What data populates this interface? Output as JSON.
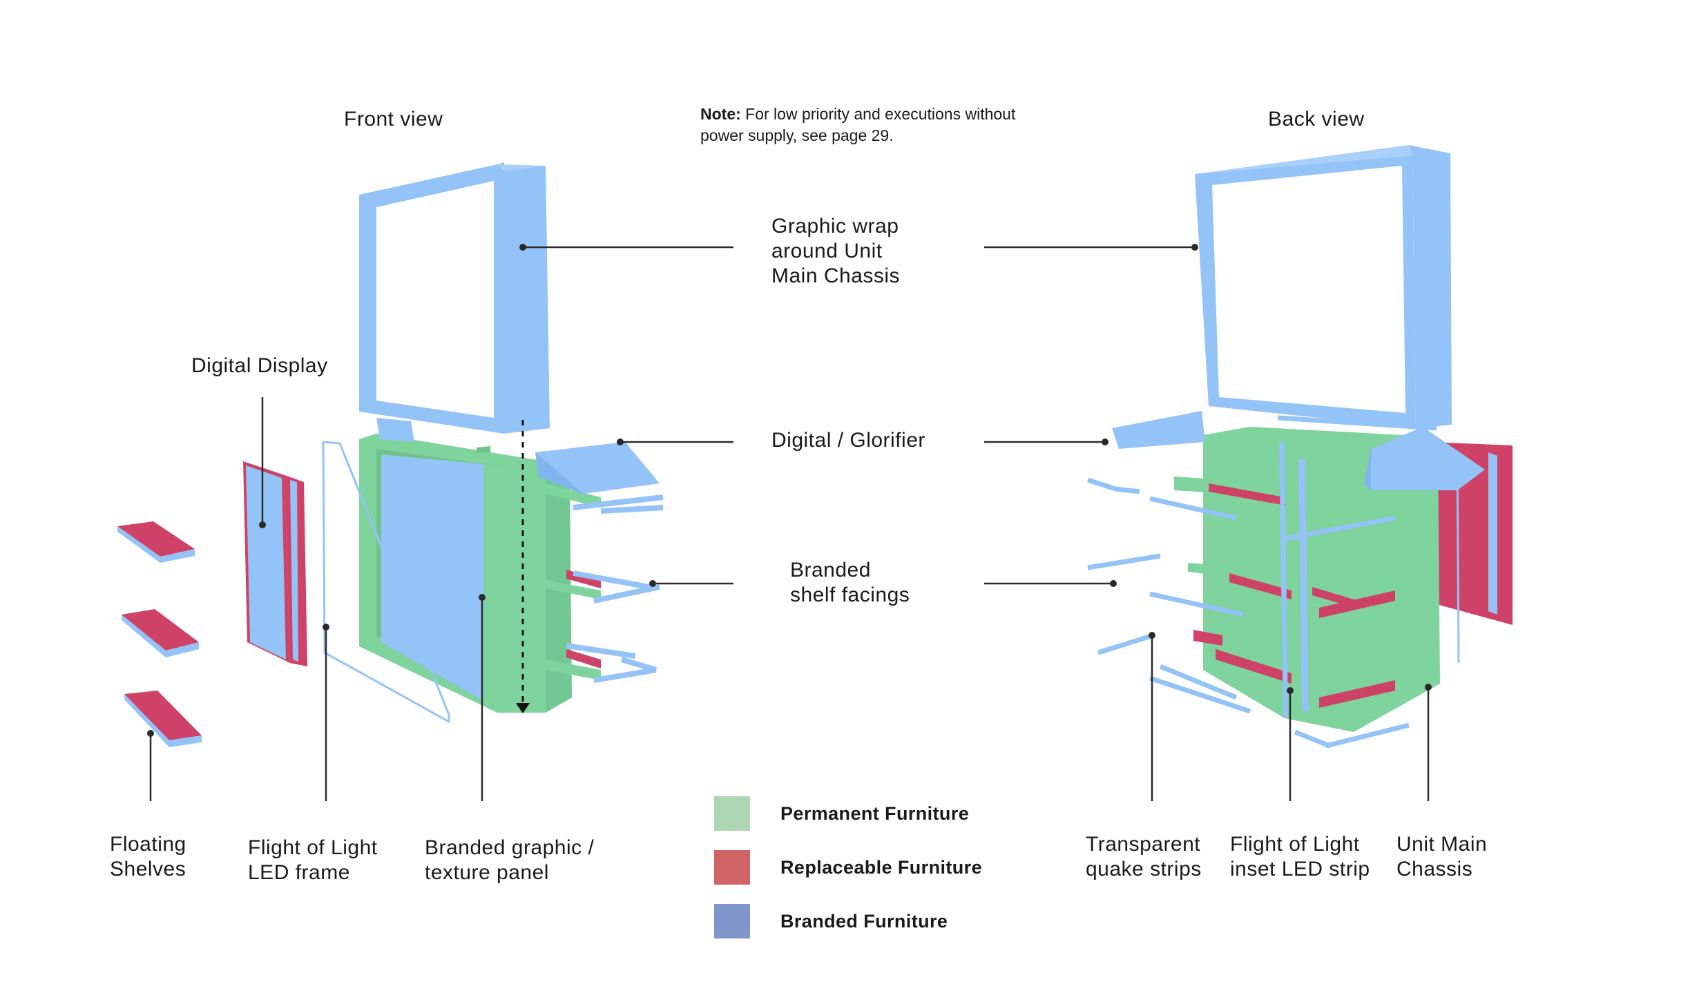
{
  "views": {
    "front": "Front view",
    "back": "Back view"
  },
  "note": {
    "bold": "Note:",
    "text": " For low priority and executions without power supply, see page 29."
  },
  "callouts": {
    "graphic_wrap": "Graphic wrap\naround Unit\nMain Chassis",
    "digital_glorifier": "Digital / Glorifier",
    "branded_shelf": "Branded\nshelf facings",
    "digital_display": "Digital Display",
    "floating_shelves": "Floating\nShelves",
    "flight_led_frame": "Flight of Light\nLED frame",
    "branded_graphic": "Branded graphic /\ntexture panel",
    "quake_strips": "Transparent\nquake strips",
    "inset_led": "Flight of Light\ninset LED strip",
    "main_chassis": "Unit Main\nChassis"
  },
  "legend": [
    {
      "label": "Permanent Furniture",
      "color": "#acd7b2"
    },
    {
      "label": "Replaceable Furniture",
      "color": "#d06363"
    },
    {
      "label": "Branded Furniture",
      "color": "#7f95cc"
    }
  ],
  "colors": {
    "green": "#7fd39c",
    "blue": "#93c3f7",
    "red": "#cd4266",
    "line": "#2a2a2a"
  }
}
